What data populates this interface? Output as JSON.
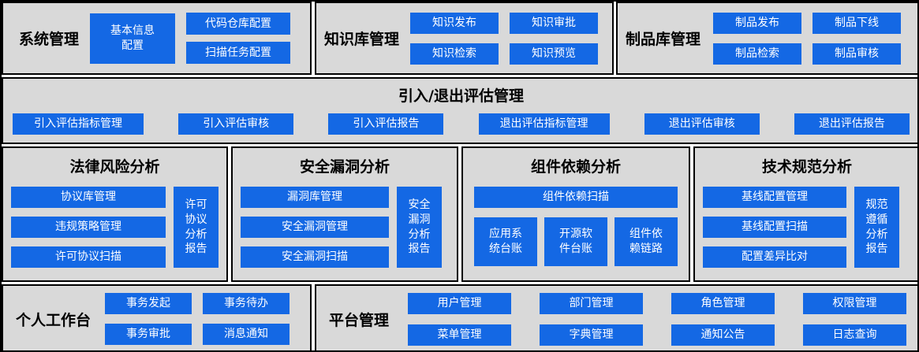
{
  "colors": {
    "button_blue": "#1468e4",
    "panel_gray": "#d9d9d9",
    "border": "#000000",
    "button_text": "#ffffff",
    "title_text": "#000000"
  },
  "panels": {
    "system_management": {
      "title": "系统管理",
      "buttons": {
        "basic_info": "基本信息\n配置",
        "code_repo": "代码仓库配置",
        "scan_task": "扫描任务配置"
      }
    },
    "knowledge_base": {
      "title": "知识库管理",
      "buttons": [
        "知识发布",
        "知识审批",
        "知识检索",
        "知识预览"
      ]
    },
    "artifact_library": {
      "title": "制品库管理",
      "buttons": [
        "制品发布",
        "制品下线",
        "制品检索",
        "制品审核"
      ]
    },
    "evaluation": {
      "title": "引入/退出评估管理",
      "buttons": [
        "引入评估指标管理",
        "引入评估审核",
        "引入评估报告",
        "退出评估指标管理",
        "退出评估审核",
        "退出评估报告"
      ]
    },
    "legal_risk": {
      "title": "法律风险分析",
      "buttons": [
        "协议库管理",
        "违规策略管理",
        "许可协议扫描"
      ],
      "report": "许可\n协议\n分析\n报告"
    },
    "security_vuln": {
      "title": "安全漏洞分析",
      "buttons": [
        "漏洞库管理",
        "安全漏洞管理",
        "安全漏洞扫描"
      ],
      "report": "安全\n漏洞\n分析\n报告"
    },
    "component_dependency": {
      "title": "组件依赖分析",
      "scan_button": "组件依赖扫描",
      "buttons": [
        "应用系\n统台账",
        "开源软\n件台账",
        "组件依\n赖链路"
      ]
    },
    "tech_spec": {
      "title": "技术规范分析",
      "buttons": [
        "基线配置管理",
        "基线配置扫描",
        "配置差异比对"
      ],
      "report": "规范\n遵循\n分析\n报告"
    },
    "personal_workbench": {
      "title": "个人工作台",
      "buttons": [
        "事务发起",
        "事务待办",
        "事务审批",
        "消息通知"
      ]
    },
    "platform_management": {
      "title": "平台管理",
      "buttons": [
        "用户管理",
        "部门管理",
        "角色管理",
        "权限管理",
        "菜单管理",
        "字典管理",
        "通知公告",
        "日志查询"
      ]
    }
  }
}
